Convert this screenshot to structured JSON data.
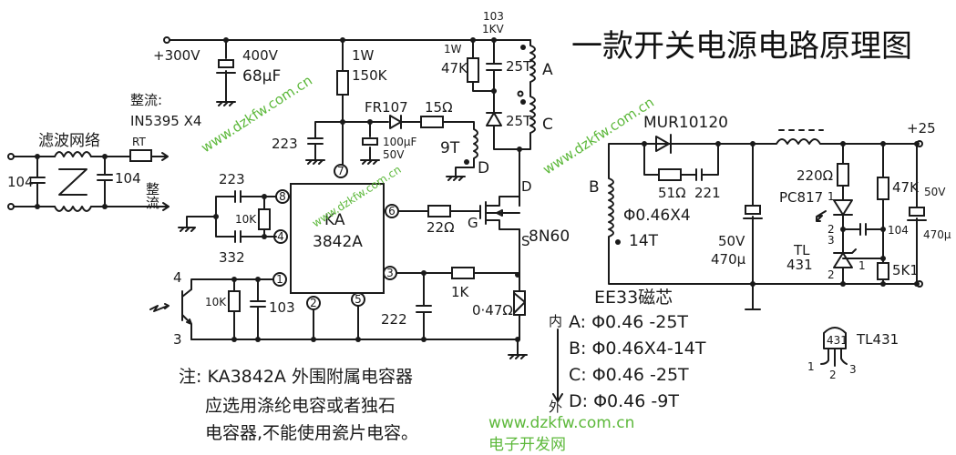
{
  "title": "一款开关电源电路原理图",
  "input_section": {
    "filter_label": "滤波网络",
    "cap_left": "104",
    "cap_right": "104",
    "rt_label": "RT",
    "rect_label_top": "整流:",
    "rect_part": "IN5395 X4",
    "rect_label_side": "整流"
  },
  "primary": {
    "rail_label": "+300V",
    "bulk_cap_voltage": "400V",
    "bulk_cap_value": "68μF",
    "startup_res_power": "1W",
    "startup_res_value": "150K",
    "vcc_cap": "223",
    "aux_diode": "FR107",
    "aux_res": "15Ω",
    "aux_cap_value": "100μF",
    "aux_cap_voltage": "50V",
    "aux_winding": "9T",
    "aux_winding_id": "D",
    "snubber_cap_value": "103",
    "snubber_cap_voltage": "1KV",
    "snubber_res_power": "1W",
    "snubber_res_value": "47K",
    "winding_a_turns": "25T",
    "winding_a_id": "A",
    "winding_c_turns": "25T",
    "winding_c_id": "C"
  },
  "controller": {
    "name_line1": "KA",
    "name_line2": "3842A",
    "pins": [
      "1",
      "2",
      "3",
      "4",
      "5",
      "6",
      "7",
      "8"
    ],
    "rt_cap_top": "223",
    "rt_res": "10K",
    "rt_cap_bottom": "332",
    "comp_res": "10K",
    "comp_cap": "103",
    "opto_pin_top": "4",
    "opto_pin_bottom": "3",
    "gate_res": "22Ω",
    "sense_res": "1K",
    "sense_cap": "222",
    "shunt_res": "0·47Ω"
  },
  "mosfet": {
    "part": "8N60",
    "drain": "D",
    "gate": "G",
    "source": "S"
  },
  "secondary": {
    "winding_id": "B",
    "winding_wire": "Φ0.46X4",
    "winding_turns": "14T",
    "rect_diode": "MUR10120",
    "snubber_res": "51Ω",
    "snubber_cap": "221",
    "out_cap1_voltage": "50V",
    "out_cap1_value": "470μ",
    "output_label": "+25",
    "led_res": "220Ω",
    "opto": "PC817",
    "opto_pin1": "1",
    "opto_pin2": "2",
    "tl_pin3": "3",
    "tl_pin1": "1",
    "tl_pin2": "2",
    "tl_name_line1": "TL",
    "tl_name_line2": "431",
    "div_res_top": "47K",
    "div_res_bottom": "5K1",
    "comp_cap": "104",
    "out_cap2_voltage": "50V",
    "out_cap2_value": "470μ"
  },
  "core_spec": {
    "title": "EE33磁芯",
    "inner_label": "内",
    "outer_label": "外",
    "windings": [
      "A: Φ0.46 -25T",
      "B: Φ0.46X4-14T",
      "C: Φ0.46 -25T",
      "D: Φ0.46 -9T"
    ]
  },
  "tl431_package": {
    "label": "TL431",
    "marking": "431",
    "pins": [
      "1",
      "2",
      "3"
    ]
  },
  "note": {
    "line1": "注: KA3842A 外围附属电容器",
    "line2": "应选用涤纶电容或者独石",
    "line3": "电容器,不能使用瓷片电容。"
  },
  "watermarks": {
    "url": "www.dzkfw.com.cn",
    "site_name": "电子开发网"
  },
  "colors": {
    "ink": "#1a1a1a",
    "watermark": "#5cb83a",
    "background": "#ffffff"
  }
}
